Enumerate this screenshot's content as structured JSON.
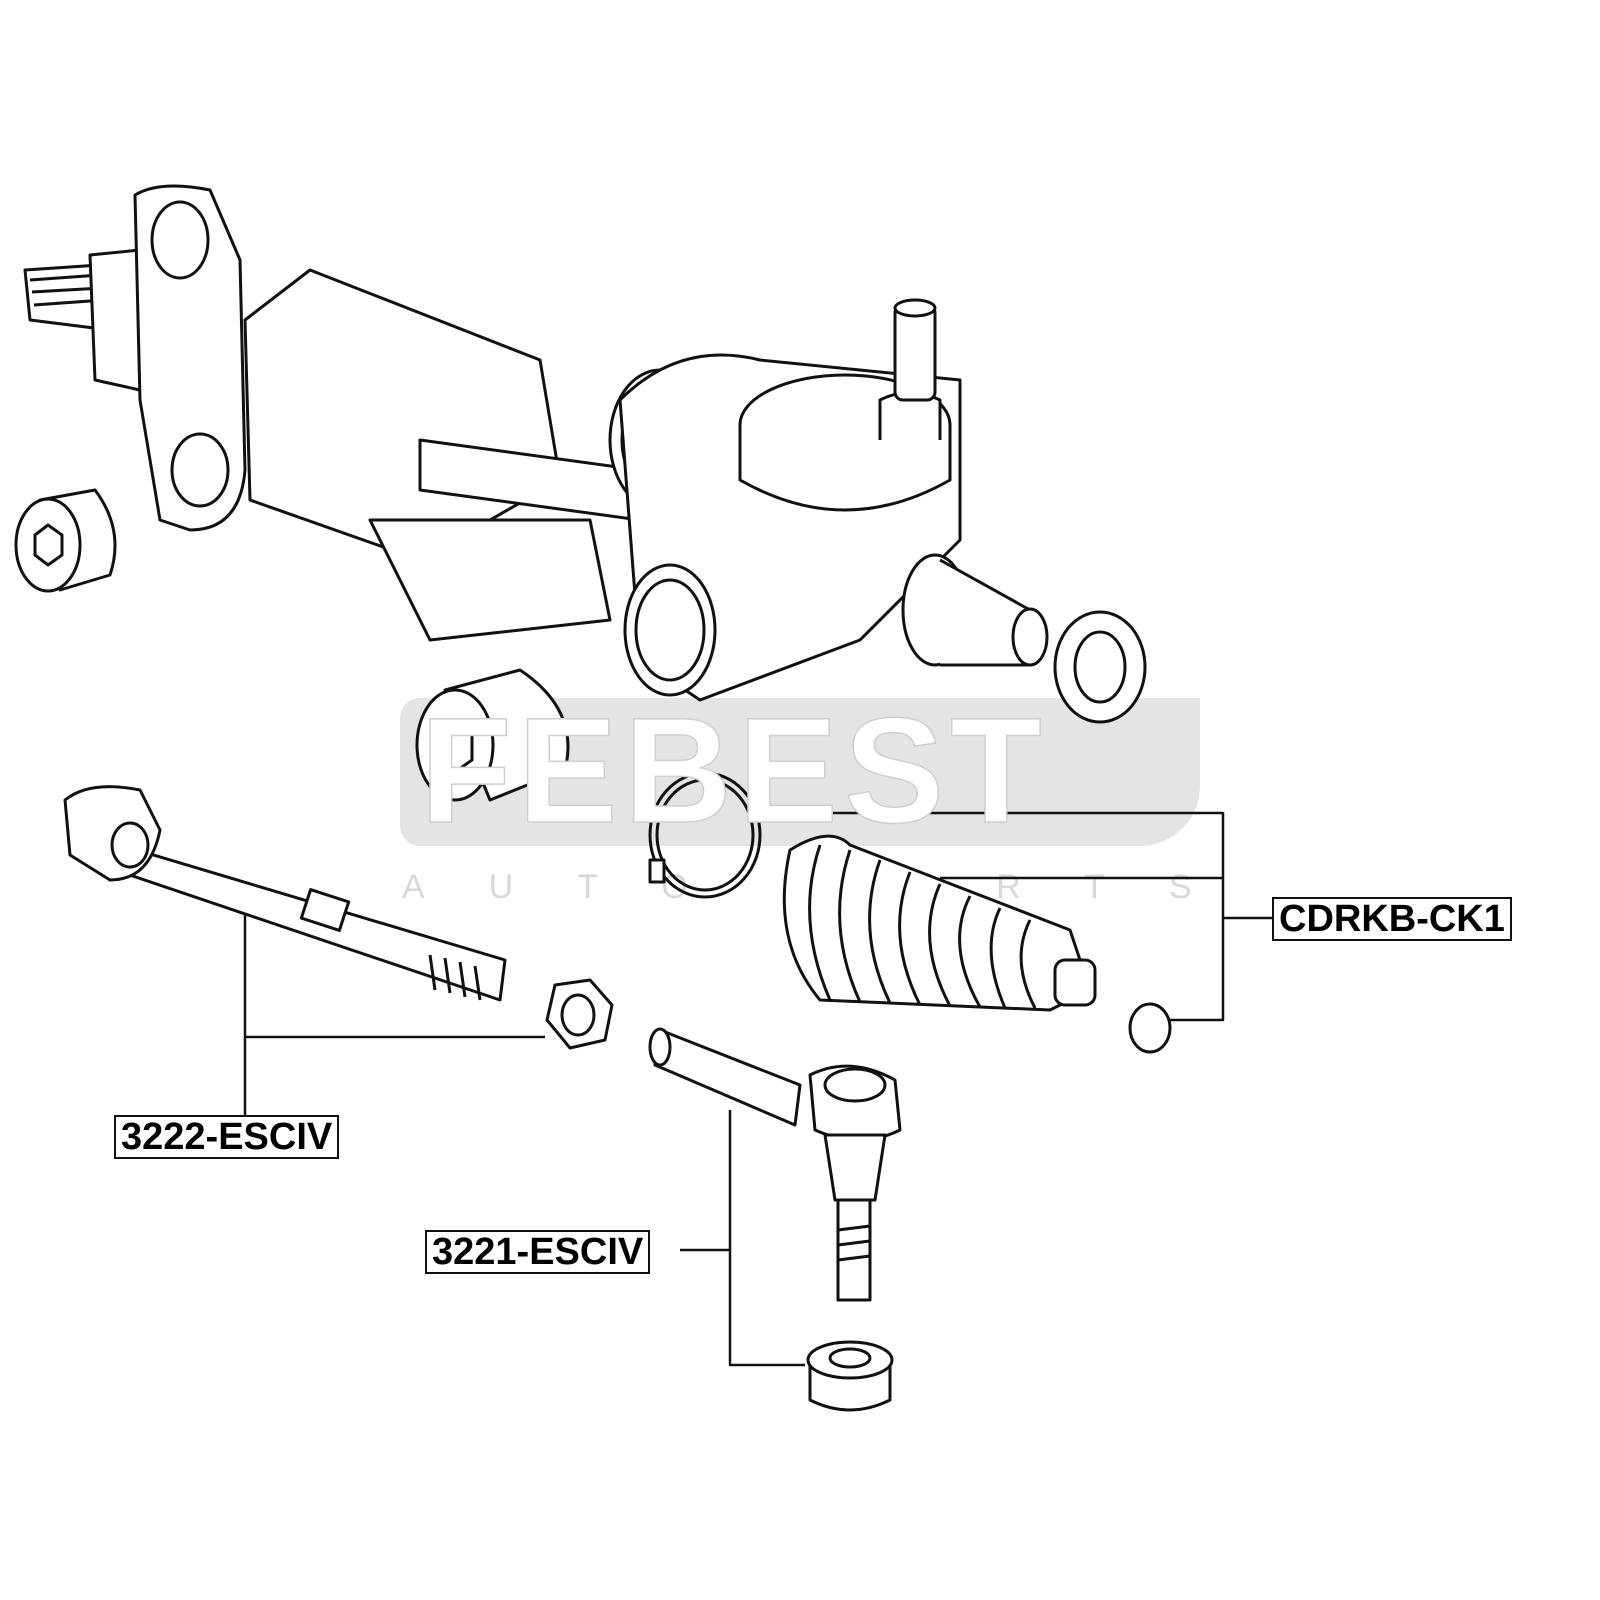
{
  "watermark": {
    "brand": "FEBEST",
    "tagline": "AUTO PARTS"
  },
  "parts": {
    "boot_kit": {
      "label": "CDRKB-CK1"
    },
    "inner_tie_rod": {
      "label": "3222-ESCIV"
    },
    "tie_rod_end": {
      "label": "3221-ESCIV"
    }
  }
}
